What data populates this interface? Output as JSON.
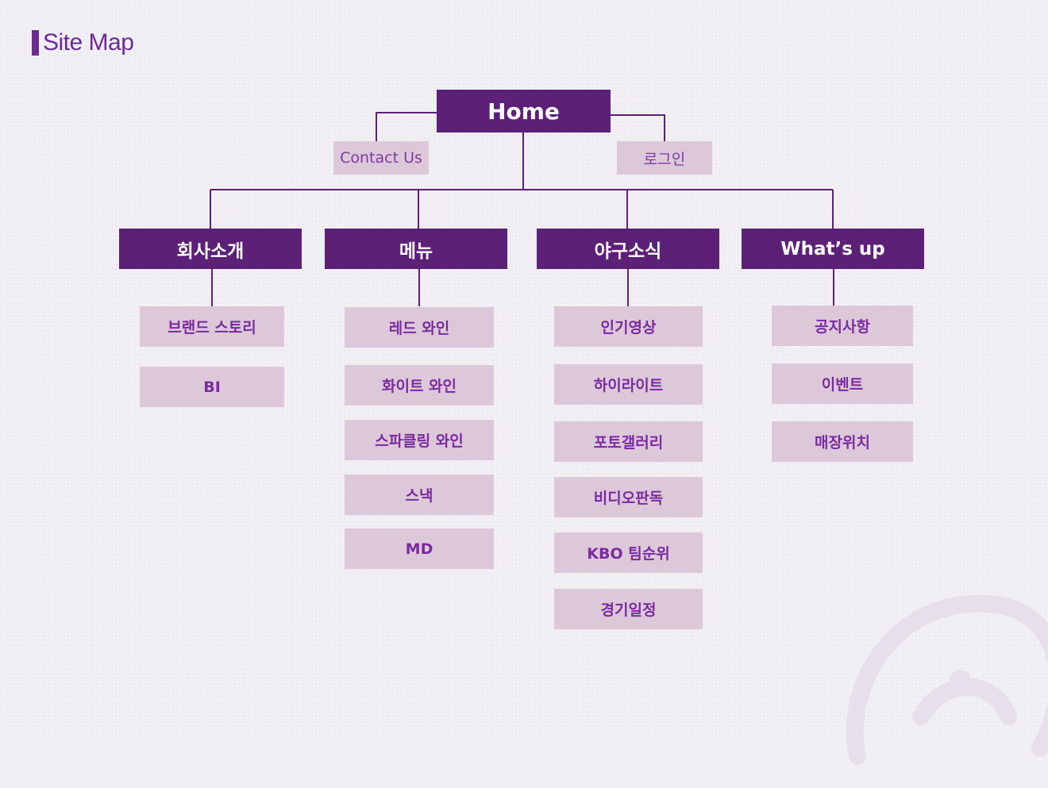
{
  "title": "Site Map",
  "home": "Home",
  "top_links": {
    "contact": "Contact Us",
    "login": "로그인"
  },
  "sections": [
    {
      "label": "회사소개",
      "items": [
        "브랜드 스토리",
        "BI"
      ]
    },
    {
      "label": "메뉴",
      "items": [
        "레드 와인",
        "화이트 와인",
        "스파클링 와인",
        "스낵",
        "MD"
      ]
    },
    {
      "label": "야구소식",
      "items": [
        "인기영상",
        "하이라이트",
        "포토갤러리",
        "비디오판독",
        "KBO 팀순위",
        "경기일정"
      ]
    },
    {
      "label": "What’s up",
      "items": [
        "공지사항",
        "이벤트",
        "매장위치"
      ]
    }
  ],
  "colors": {
    "dark_box": "#5c2077",
    "light_box": "#ddc8d9",
    "line": "#5c2077",
    "title": "#6c2a96"
  }
}
